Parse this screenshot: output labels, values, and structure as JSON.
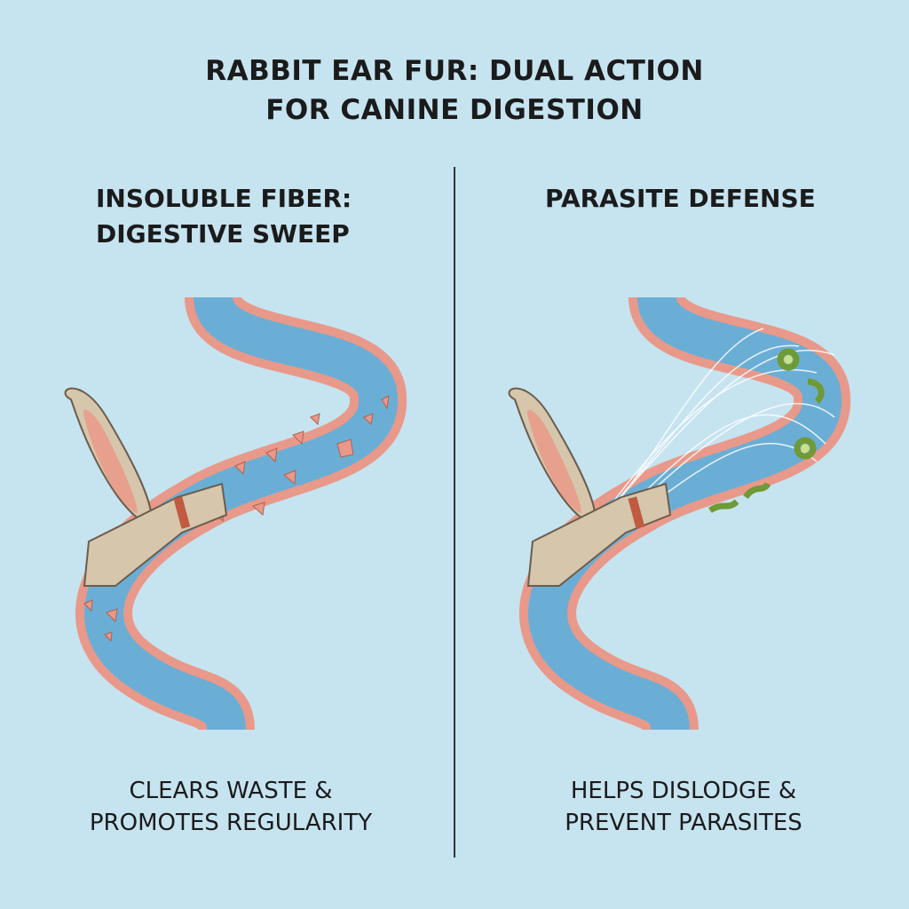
{
  "title": {
    "line1": "RABBIT EAR FUR: DUAL ACTION",
    "line2": "FOR CANINE DIGESTION"
  },
  "left_panel": {
    "heading_line1": "INSOLUBLE FIBER:",
    "heading_line2": "DIGESTIVE SWEEP",
    "caption_line1": "CLEARS WASTE &",
    "caption_line2": "PROMOTES REGULARITY"
  },
  "right_panel": {
    "heading": "PARASITE DEFENSE",
    "caption_line1": "HELPS DISLODGE &",
    "caption_line2": "PREVENT PARASITES"
  },
  "colors": {
    "background": "#c6e3f0",
    "intestine_wall": "#e8998a",
    "intestine_lumen": "#6aaed6",
    "fur": "#d6c6ab",
    "ear_inner": "#e8a08e",
    "parasite": "#9cc45a"
  }
}
